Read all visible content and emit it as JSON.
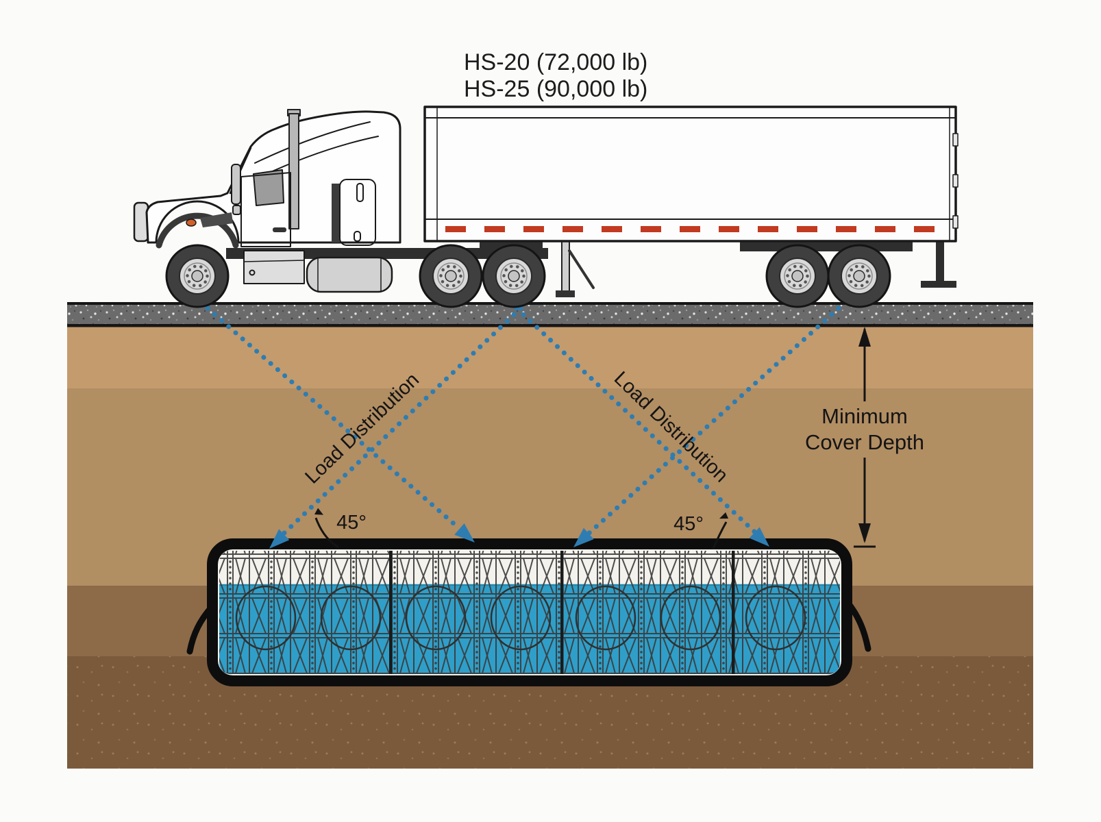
{
  "title": {
    "line1": "HS-20 (72,000 lb)",
    "line2": "HS-25 (90,000 lb)"
  },
  "labels": {
    "load_distribution_left": "Load Distribution",
    "load_distribution_right": "Load Distribution",
    "angle_left": "45°",
    "angle_right": "45°",
    "min_cover_line1": "Minimum",
    "min_cover_line2": "Cover Depth"
  },
  "scene": {
    "vehicle": "semi-truck-with-box-trailer",
    "surface": "asphalt-road",
    "buried_structure": "geotextile-wrapped-stormwater-storage-crates",
    "load_lines": {
      "count": 4,
      "angle_deg": 45,
      "style": "blue-dotted-with-arrowheads"
    },
    "soil_layers": 4
  },
  "colors": {
    "background": "#fbfbf9",
    "asphalt": "#6b6b6b",
    "soil_layer_1": "#c49b6d",
    "soil_layer_2": "#b28e63",
    "soil_layer_3": "#8d6b49",
    "soil_layer_4": "#7b5a3c",
    "load_line_blue": "#2e7db2",
    "water_blue": "#2f9fc9",
    "wrap_black": "#0d0d0d",
    "trailer_marker_red": "#c13a21",
    "text_black": "#141414"
  }
}
